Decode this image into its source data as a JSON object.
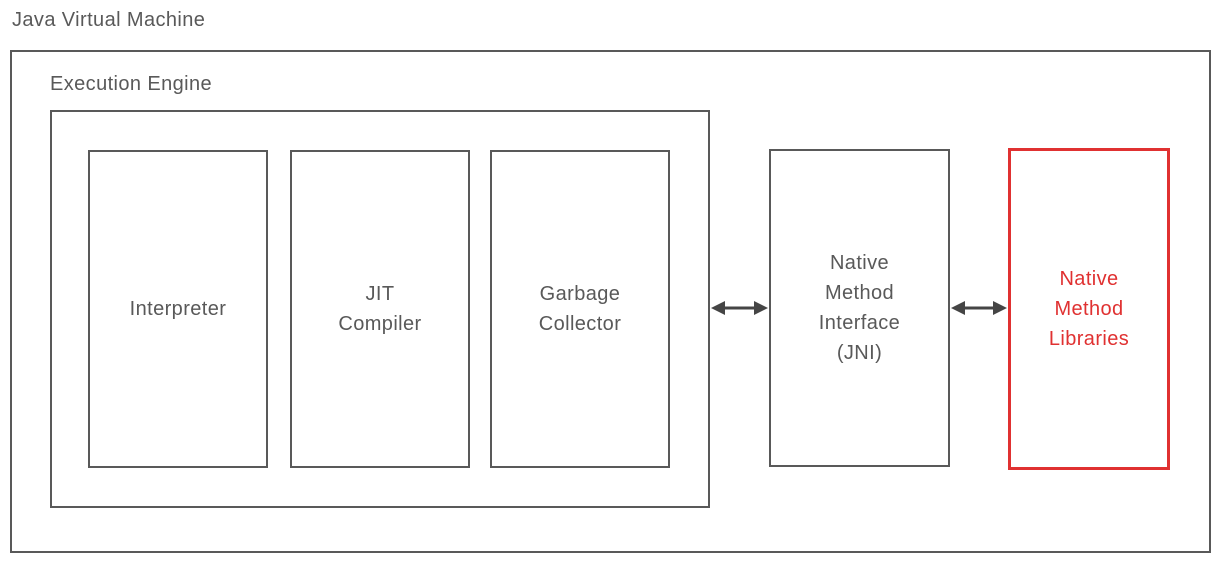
{
  "colors": {
    "stroke": "#595959",
    "text": "#595959",
    "accent": "#e03131",
    "arrow": "#454545"
  },
  "diagram": {
    "title": "Java Virtual Machine",
    "execution_engine": {
      "label": "Execution Engine",
      "components": [
        {
          "label": "Interpreter"
        },
        {
          "label": "JIT Compiler"
        },
        {
          "label": "Garbage Collector"
        }
      ]
    },
    "native_method_interface": {
      "label": "Native Method Interface (JNI)"
    },
    "native_method_libraries": {
      "label": "Native Method Libraries",
      "highlighted": true
    },
    "connections": [
      {
        "from": "Execution Engine",
        "to": "Native Method Interface (JNI)",
        "type": "bidirectional"
      },
      {
        "from": "Native Method Interface (JNI)",
        "to": "Native Method Libraries",
        "type": "bidirectional"
      }
    ]
  }
}
